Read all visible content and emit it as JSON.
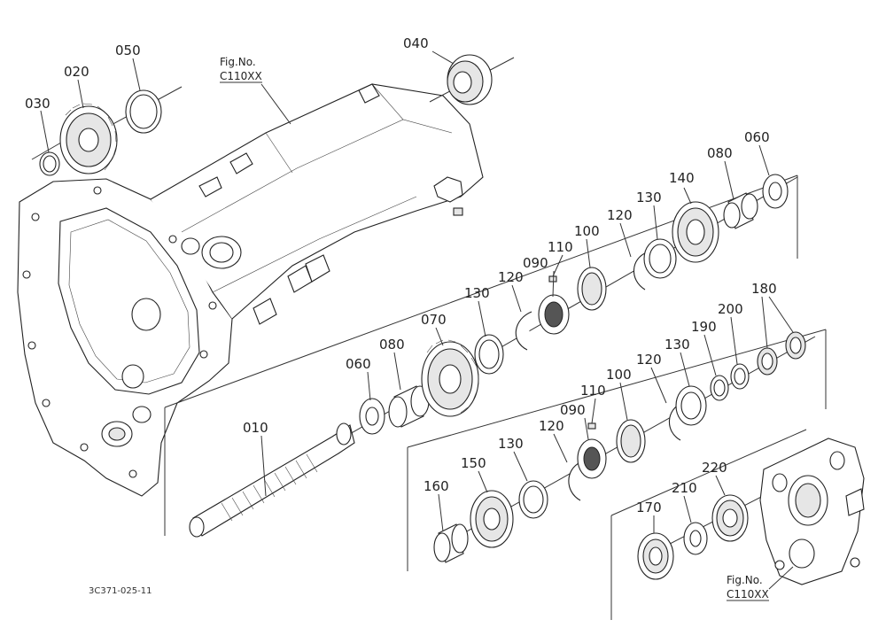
{
  "figure_refs": {
    "top": {
      "line1": "Fig.No.",
      "line2": "C110XX"
    },
    "bottom": {
      "line1": "Fig.No.",
      "line2": "C110XX"
    }
  },
  "callouts": {
    "p010": "010",
    "p020": "020",
    "p030": "030",
    "p040": "040",
    "p050": "050",
    "p060_a": "060",
    "p060_b": "060",
    "p070": "070",
    "p080_a": "080",
    "p080_b": "080",
    "p090_a": "090",
    "p090_b": "090",
    "p100_a": "100",
    "p100_b": "100",
    "p110_a": "110",
    "p110_b": "110",
    "p120_a": "120",
    "p120_b": "120",
    "p120_c": "120",
    "p120_d": "120",
    "p130_a": "130",
    "p130_b": "130",
    "p130_c": "130",
    "p130_d": "130",
    "p140": "140",
    "p150": "150",
    "p160": "160",
    "p170": "170",
    "p180": "180",
    "p190": "190",
    "p200": "200",
    "p210": "210",
    "p220": "220"
  },
  "doc_id": "3C371-025-11"
}
